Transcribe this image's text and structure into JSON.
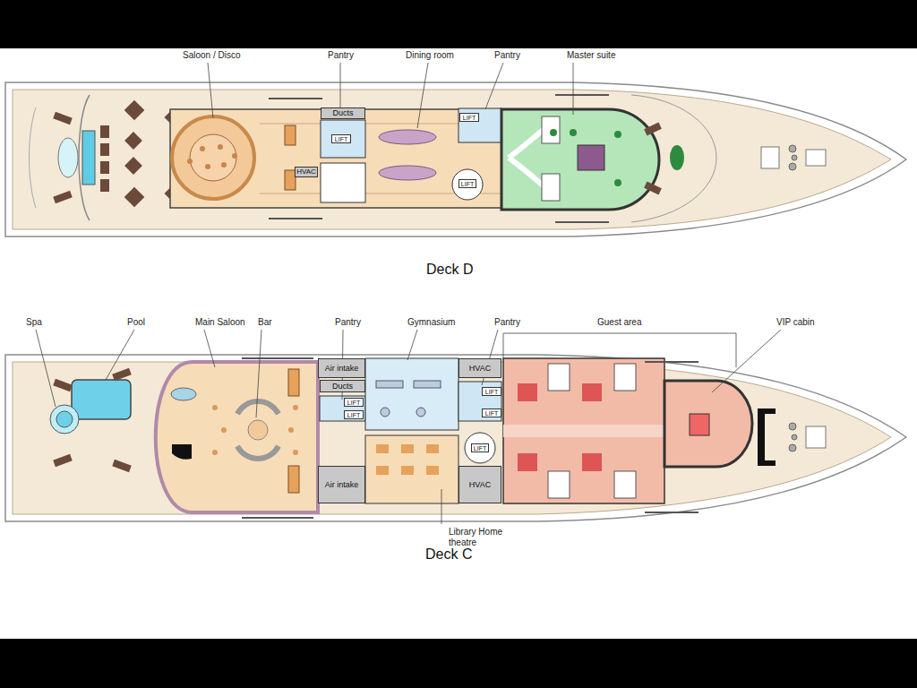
{
  "diagram": {
    "nodes": [
      {
        "text": [
          "Ducts"
        ]
      },
      {
        "text": [
          "LIFT"
        ]
      },
      {
        "text": [
          "LIFT"
        ]
      },
      {
        "text": [
          "LIFT"
        ]
      },
      {
        "text": [
          "HVAC"
        ]
      },
      {
        "text": [
          "Air intake"
        ]
      },
      {
        "text": [
          "Ducts"
        ]
      },
      {
        "text": [
          "LIFT"
        ]
      },
      {
        "text": [
          "LIFT"
        ]
      },
      {
        "text": [
          "HVAC"
        ]
      },
      {
        "text": [
          "LIFT"
        ]
      },
      {
        "text": [
          "LIFT"
        ]
      },
      {
        "text": [
          "LIFT"
        ]
      },
      {
        "text": [
          "Air intake"
        ]
      },
      {
        "text": [
          "HVAC"
        ]
      }
    ],
    "labels": [
      "Saloon / Disco",
      "Pantry",
      "Dining room",
      "Pantry",
      "Master suite",
      "Deck D",
      "Spa",
      "Pool",
      "Main Saloon",
      "Bar",
      "Pantry",
      "Gymnasium",
      "Pantry",
      "Guest area",
      "VIP cabin",
      "Library Home theatre",
      "Deck C"
    ]
  }
}
